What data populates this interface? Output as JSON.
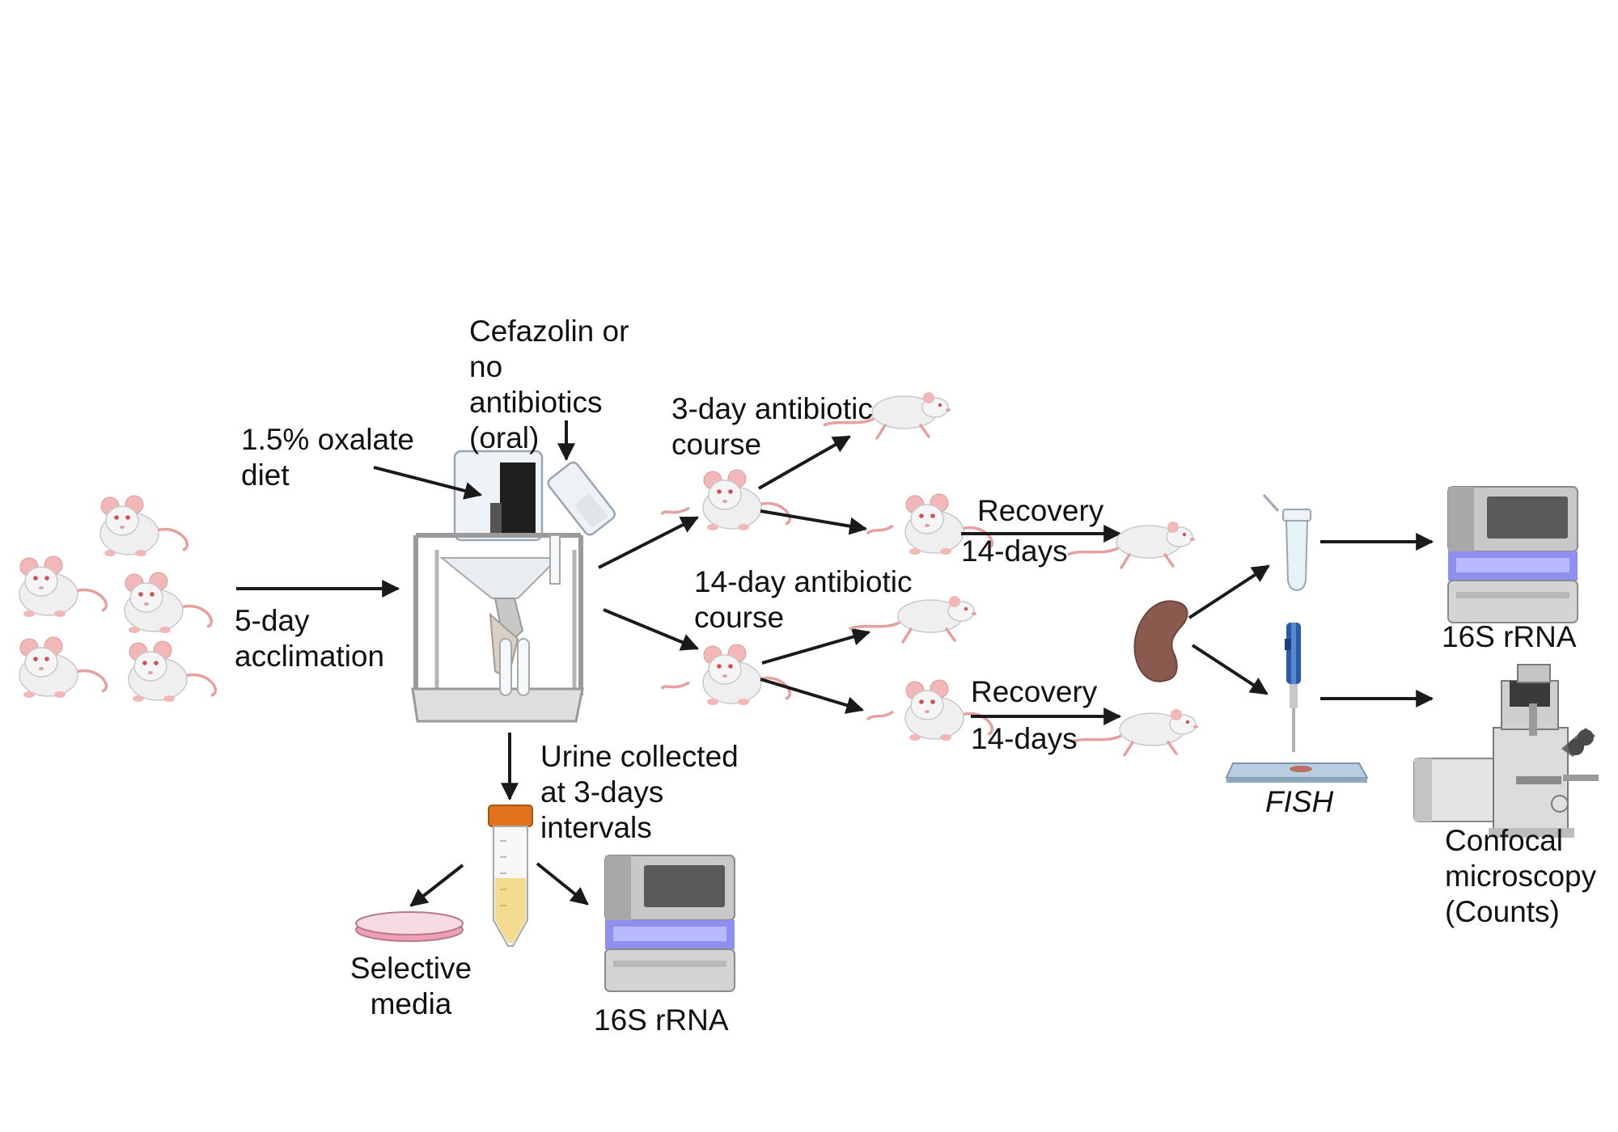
{
  "labels": {
    "acclimation": "5-day\nacclimation",
    "diet": "1.5% oxalate\ndiet",
    "antibiotic_choice": "Cefazolin or\nno\nantibiotics\n(oral)",
    "course_3day": "3-day antibiotic\ncourse",
    "course_14day": "14-day antibiotic\ncourse",
    "recovery_top": "Recovery",
    "days_top": "14-days",
    "recovery_bottom": "Recovery",
    "days_bottom": "14-days",
    "urine": "Urine collected\nat 3-days\nintervals",
    "selective_media": "Selective\nmedia",
    "sequencing_urine": "16S rRNA",
    "sequencing_kidney": "16S rRNA",
    "fish": "FISH",
    "confocal": "Confocal\nmicroscopy\n(Counts)"
  },
  "colors": {
    "mouse_body": "#efefef",
    "mouse_outline": "#c9c9c9",
    "mouse_ear": "#f2b8b8",
    "mouse_tail": "#e6a0a0",
    "mouse_eye": "#d0505a",
    "arrow": "#1a1a1a",
    "kidney": "#8a5a4e",
    "urine_fill": "#f3dc90",
    "tube_cap": "#e0731c",
    "sequencer_band": "#8f8ff0",
    "pipette_blue": "#2b5aa8",
    "petri_pink": "#ef9fb6"
  }
}
